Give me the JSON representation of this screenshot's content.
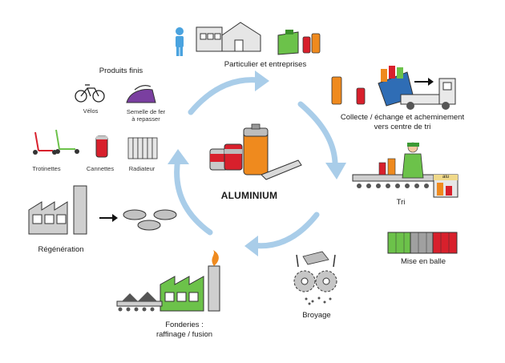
{
  "center": {
    "title": "ALUMINIUM"
  },
  "stages": {
    "particuliers": "Particulier et entreprises",
    "collecte_line1": "Collecte / échange et acheminement",
    "collecte_line2": "vers centre de tri",
    "tri": "Tri",
    "tri_box_label": "alu",
    "mise_en_balle": "Mise en balle",
    "broyage": "Broyage",
    "fonderies_line1": "Fonderies :",
    "fonderies_line2": "raffinage / fusion",
    "regeneration": "Régénération",
    "produits_finis": "Produits finis"
  },
  "products": {
    "velos": "Vélos",
    "semelle_line1": "Semelle de fer",
    "semelle_line2": "à repasser",
    "trotinettes": "Trotinettes",
    "cannettes": "Cannettes",
    "radiateur": "Radiateur"
  },
  "colors": {
    "cycle_arrow": "#9cc6e6",
    "factory_green": "#6cc24a",
    "can_red": "#d8202c",
    "can_orange": "#ef8a1e",
    "truck_blue": "#2f6db5"
  }
}
